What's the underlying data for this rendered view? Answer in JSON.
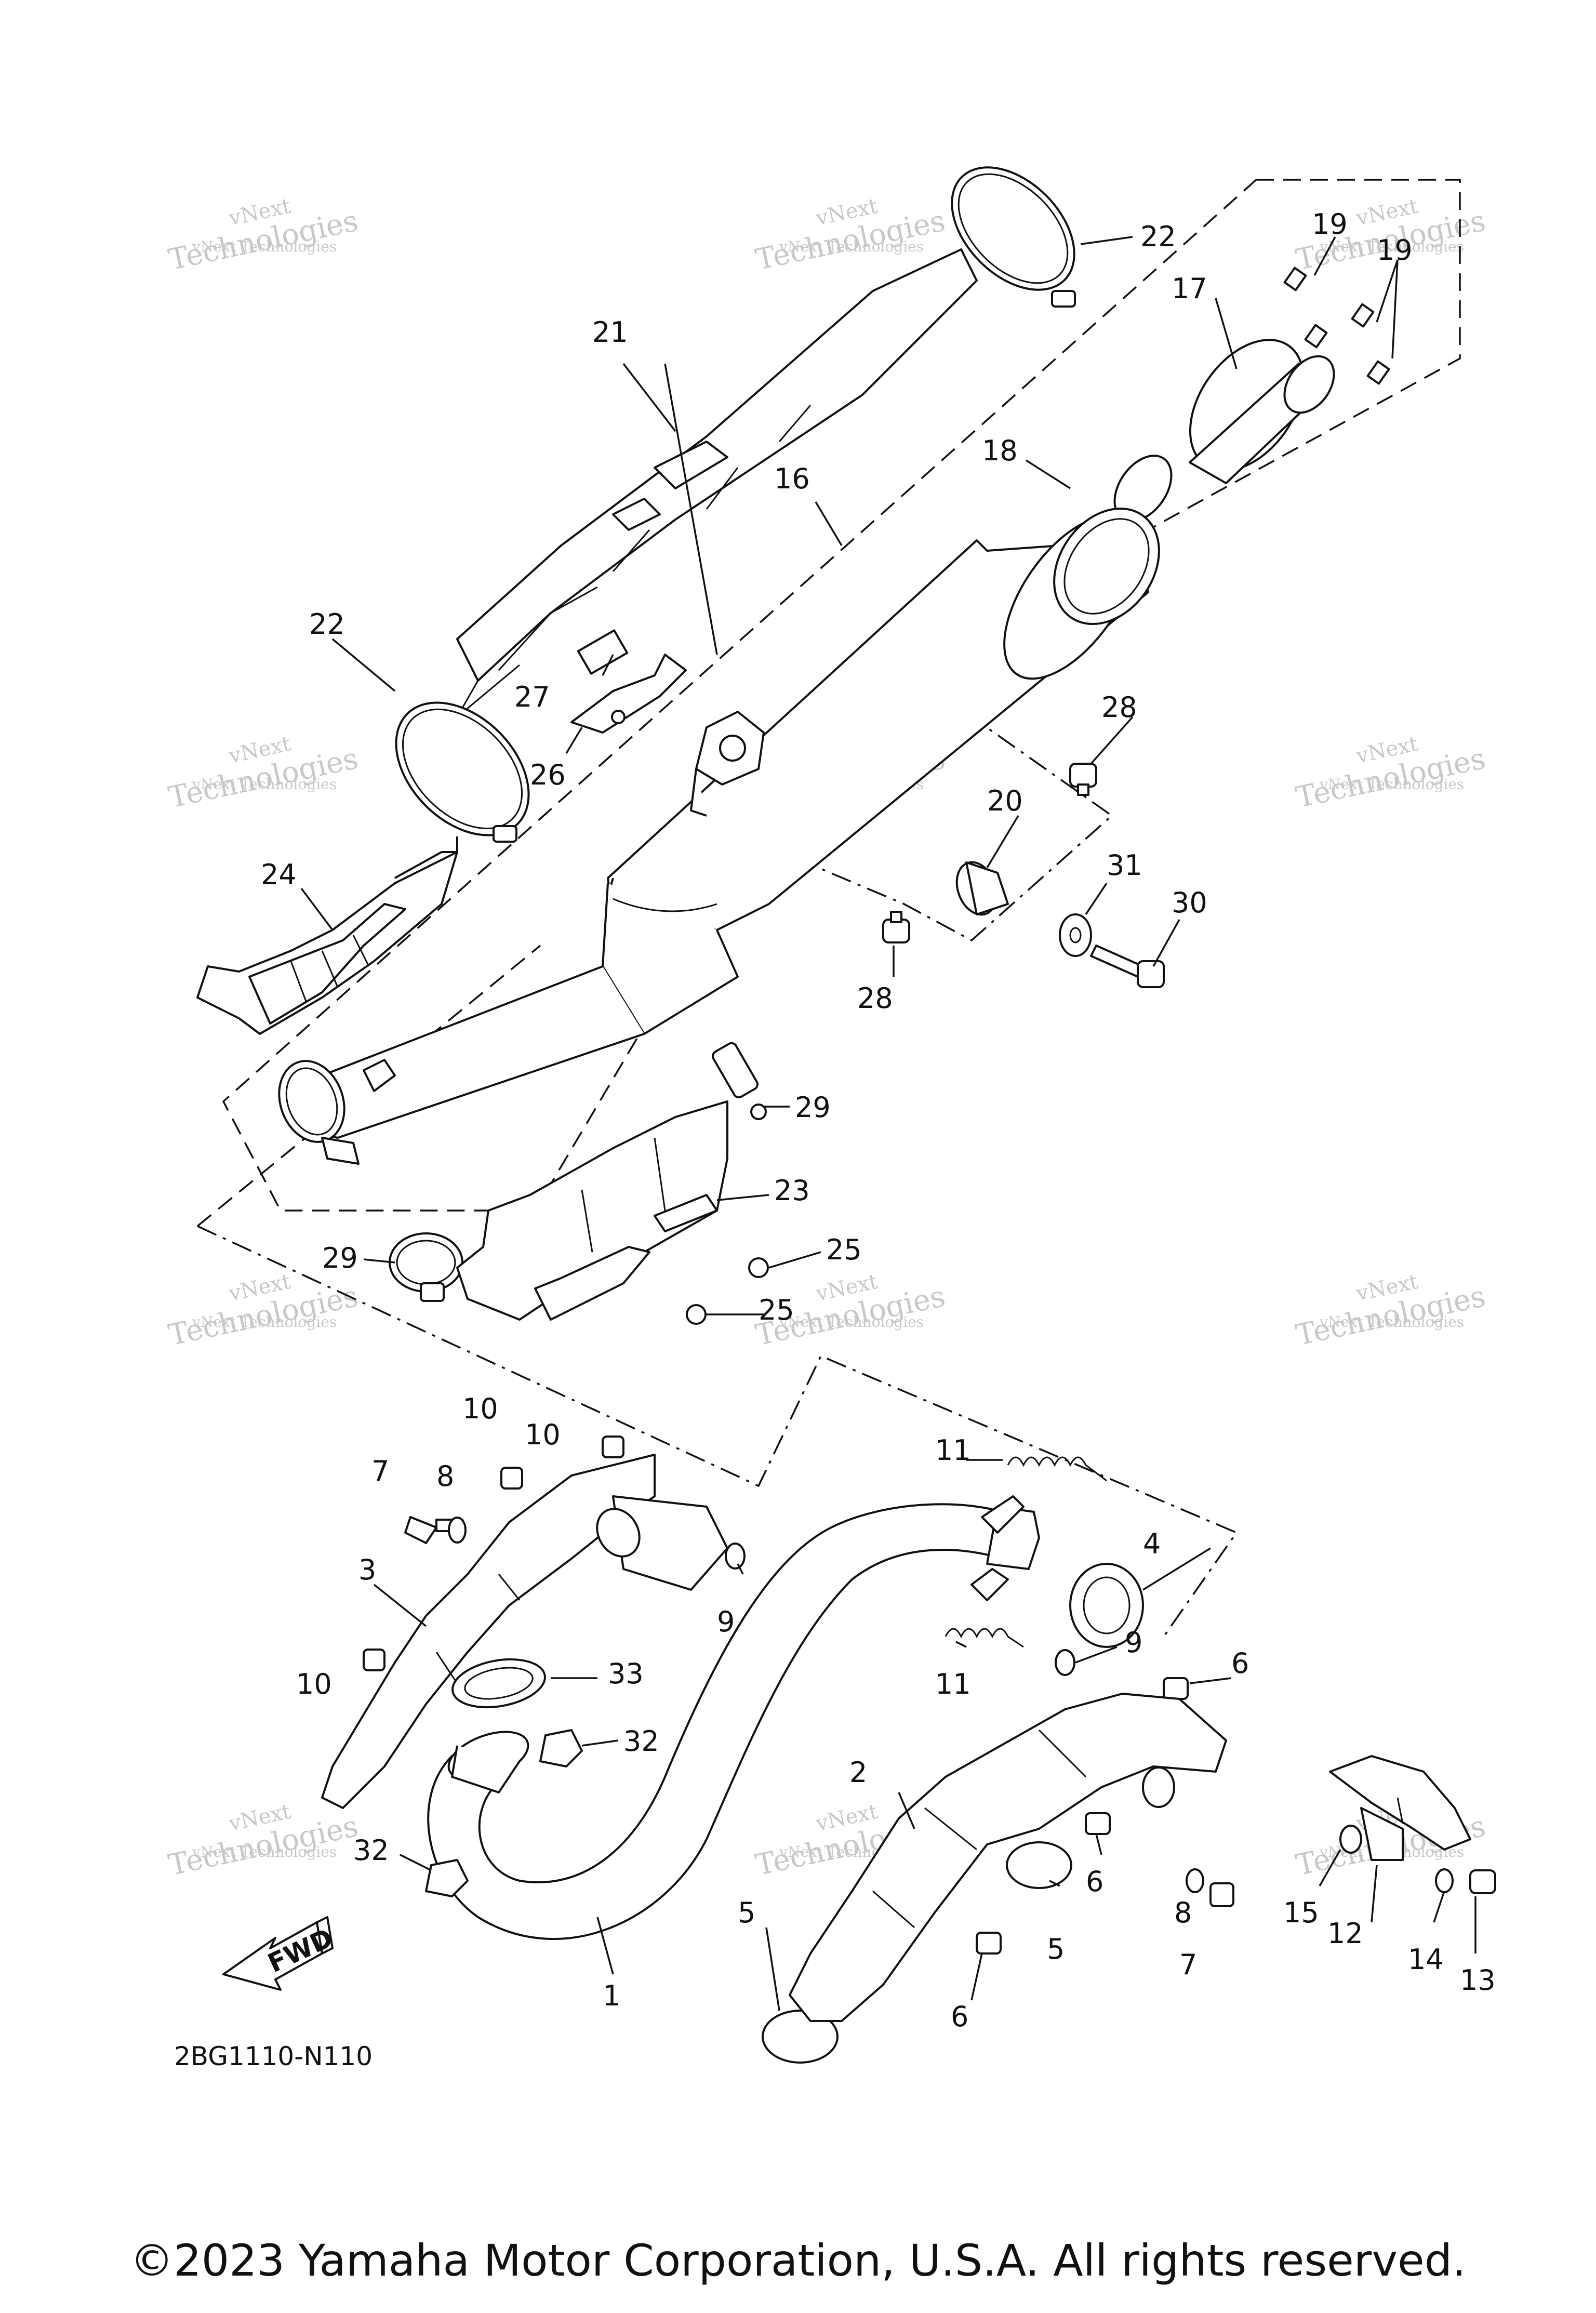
{
  "diagram_code": "2BG1110-N110",
  "fwd_label": "FWD",
  "copyright": "©2023 Yamaha Motor Corporation, U.S.A. All rights reserved.",
  "watermark": {
    "line1": "vNext",
    "line2": "Technologies",
    "line3": "vNext Technologies"
  },
  "callouts": {
    "c1": "1",
    "c2": "2",
    "c3": "3",
    "c4": "4",
    "c5a": "5",
    "c5b": "5",
    "c6a": "6",
    "c6b": "6",
    "c6c": "6",
    "c7a": "7",
    "c7b": "7",
    "c8a": "8",
    "c8b": "8",
    "c9a": "9",
    "c9b": "9",
    "c10a": "10",
    "c10b": "10",
    "c10c": "10",
    "c11a": "11",
    "c11b": "11",
    "c12": "12",
    "c13": "13",
    "c14": "14",
    "c15": "15",
    "c16": "16",
    "c17": "17",
    "c18": "18",
    "c19a": "19",
    "c19b": "19",
    "c20": "20",
    "c21": "21",
    "c22a": "22",
    "c22b": "22",
    "c23": "23",
    "c24": "24",
    "c25a": "25",
    "c25b": "25",
    "c26": "26",
    "c27": "27",
    "c28a": "28",
    "c28b": "28",
    "c29a": "29",
    "c29b": "29",
    "c30": "30",
    "c31": "31",
    "c32a": "32",
    "c32b": "32",
    "c33": "33"
  }
}
